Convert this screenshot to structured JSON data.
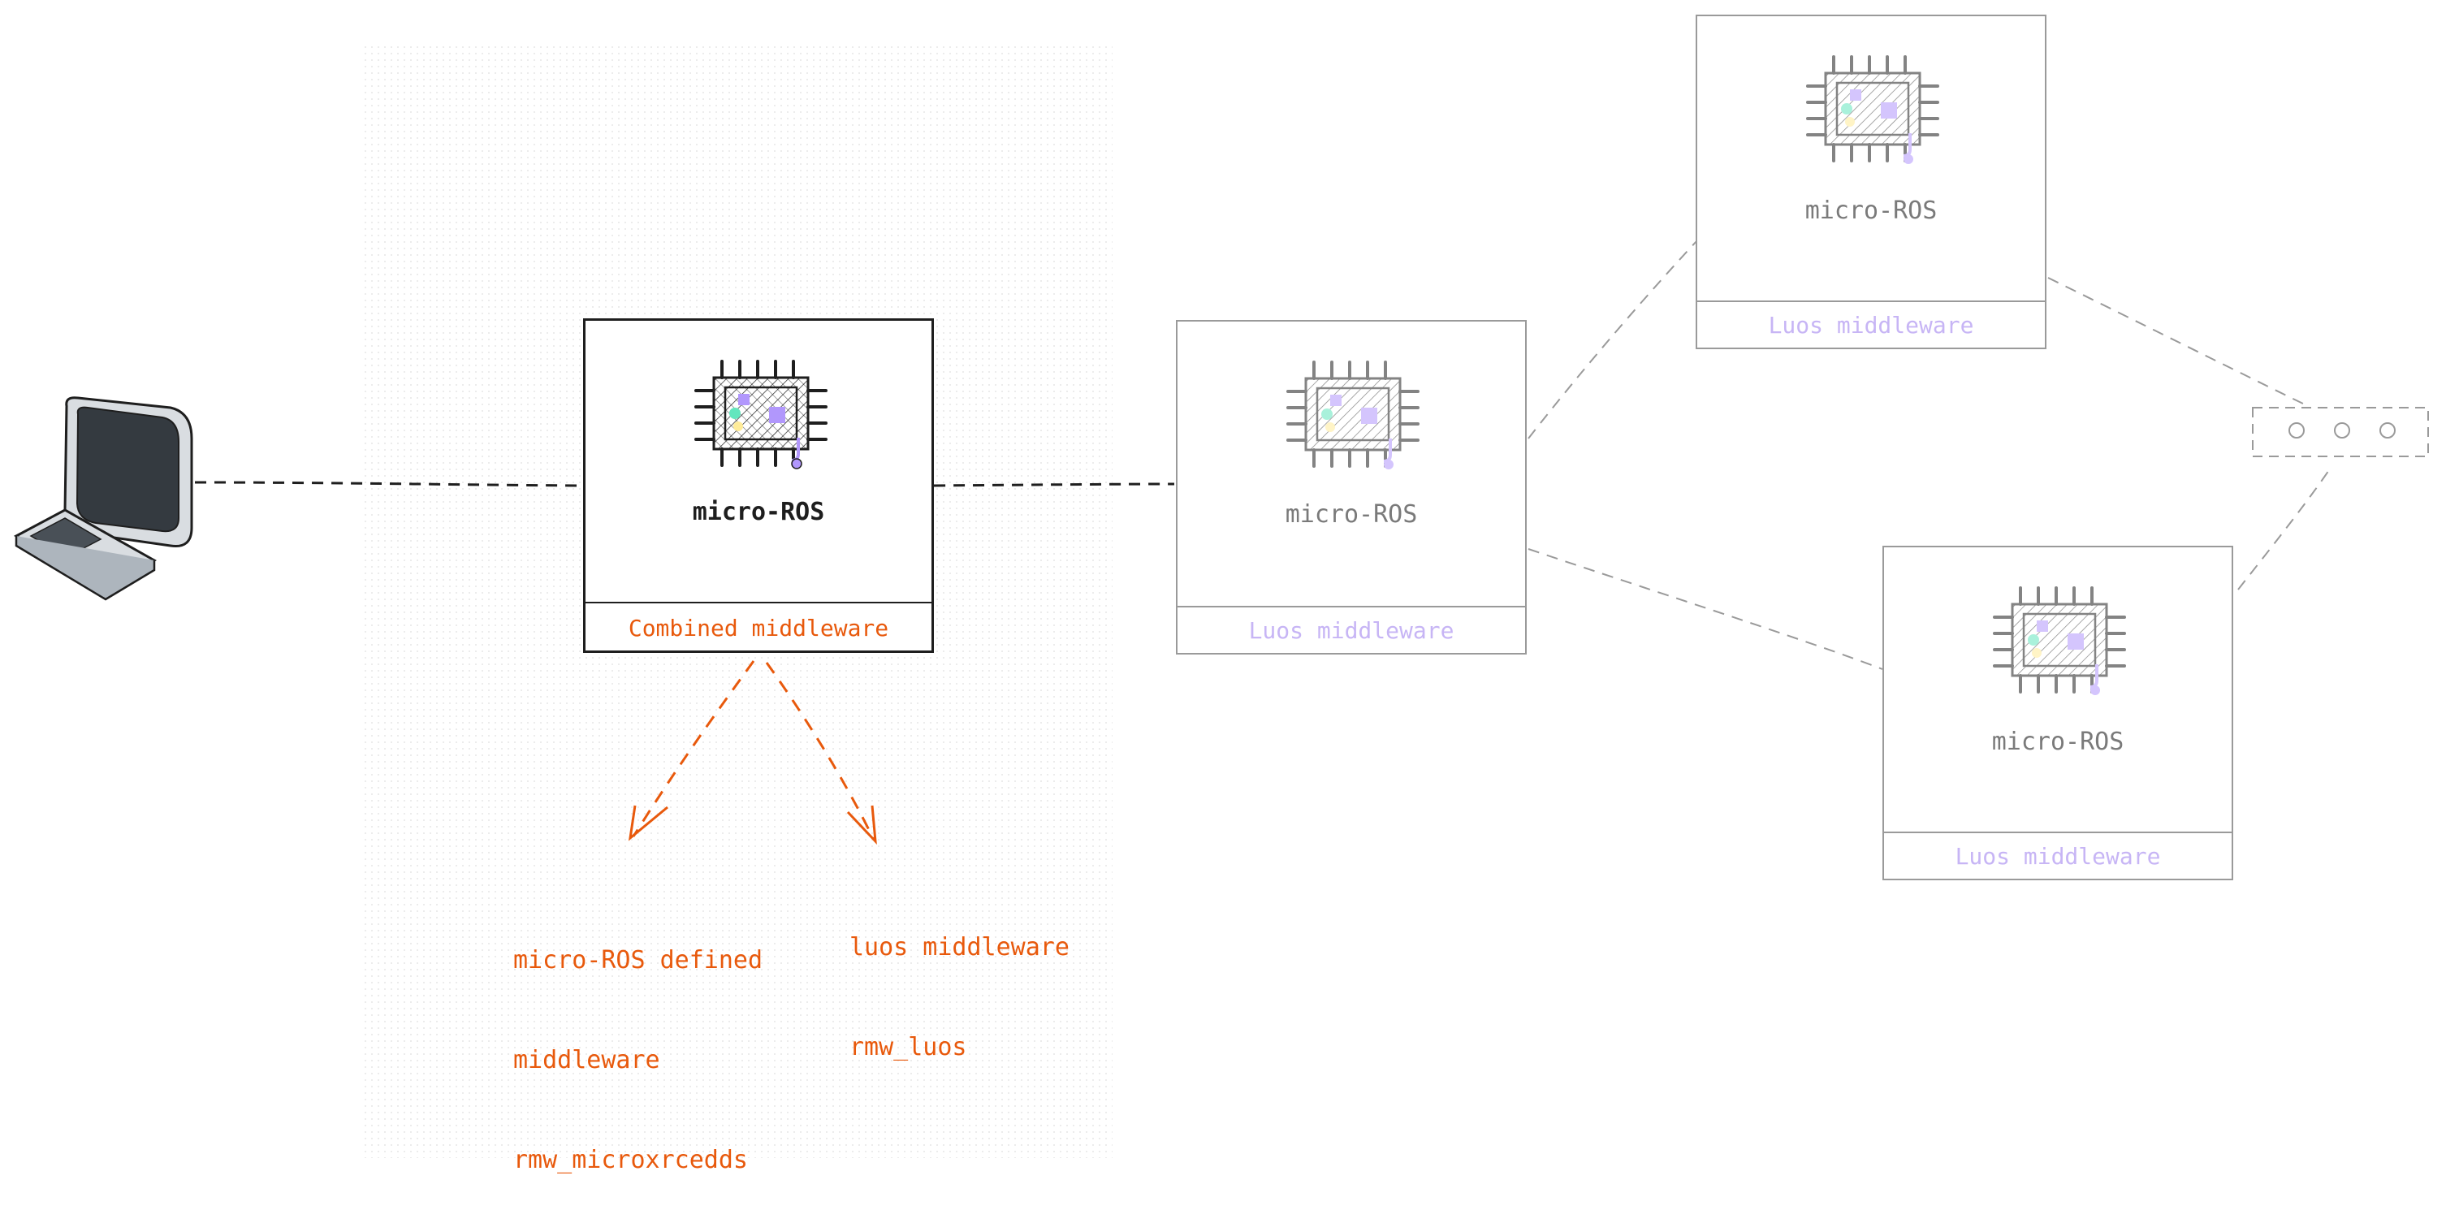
{
  "colors": {
    "accent_orange": "#e8590c",
    "light_purple": "#c7b5f5",
    "faded_gray": "#8a8a8a",
    "ink": "#1e1e1e",
    "zone_dots": "#e3e3e3"
  },
  "icons": {
    "computer": "desktop-computer-icon",
    "chip": "microcontroller-chip-icon",
    "bus_connector": "bus-connector-icon"
  },
  "main_board": {
    "chip_label": "micro-ROS",
    "middleware_label": "Combined middleware"
  },
  "satellite_boards": [
    {
      "chip_label": "micro-ROS",
      "middleware_label": "Luos middleware"
    },
    {
      "chip_label": "micro-ROS",
      "middleware_label": "Luos middleware"
    },
    {
      "chip_label": "micro-ROS",
      "middleware_label": "Luos middleware"
    }
  ],
  "annotations": {
    "left": [
      "micro-ROS defined",
      "middleware",
      "rmw_microxrcedds"
    ],
    "right": [
      "luos middleware",
      "rmw_luos"
    ]
  }
}
